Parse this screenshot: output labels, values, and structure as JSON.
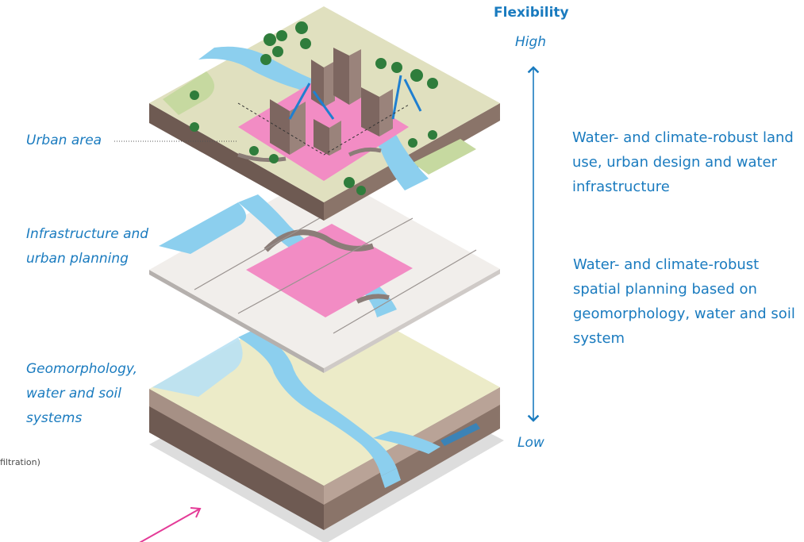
{
  "axis": {
    "title": "Flexibility",
    "high": "High",
    "low": "Low"
  },
  "layers": {
    "urban": "Urban area",
    "infrastructure": "Infrastructure and urban planning",
    "geomorphology": "Geomorphology, water and soil systems"
  },
  "descriptions": {
    "top": "Water- and climate-robust land use, urban design and water infrastructure",
    "bottom": "Water- and climate-robust spatial planning based on geomorphology, water and soil system"
  },
  "cropped_text": "filtration)",
  "colors": {
    "label_blue": "#1a7bbf",
    "water": "#8ccfee",
    "land": "#ecebc8",
    "urban_pink": "#f28cc4",
    "arrow_pink": "#e43a97",
    "soil": "#8a7469"
  }
}
